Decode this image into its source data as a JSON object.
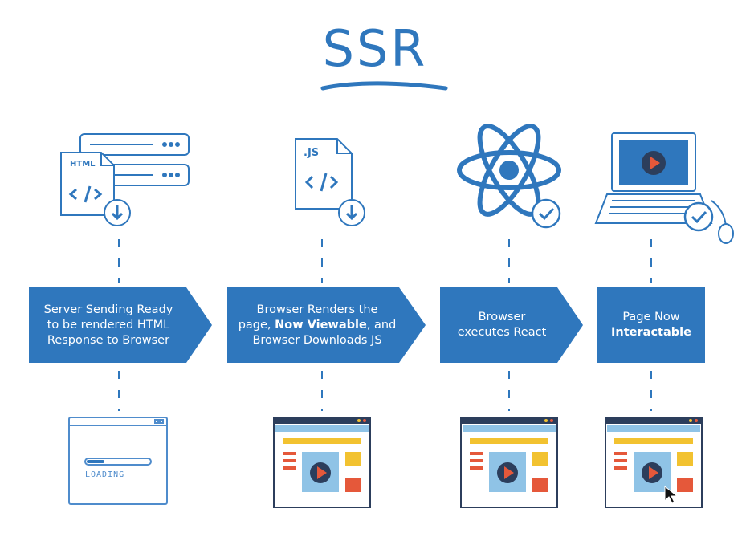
{
  "title": "SSR",
  "colors": {
    "primary_blue": "#2f77bd",
    "light_blue": "#8fc3e6",
    "yellow": "#f2c230",
    "orange_red": "#e5583a",
    "dark_navy": "#2c3e5c"
  },
  "steps": [
    {
      "icon": "html-file-download-icon",
      "icon_text": "HTML",
      "line1": "Server Sending Ready",
      "line2": "to be rendered HTML",
      "line3": "Response to Browser",
      "state_screen": "loading-window",
      "state_text": "LOADING"
    },
    {
      "icon": "js-file-download-icon",
      "icon_text": ".JS",
      "line1": "Browser Renders the",
      "line2_prefix": "page, ",
      "line2_bold": "Now Viewable",
      "line2_suffix": ", and",
      "line3": "Browser Downloads JS",
      "state_screen": "rendered-page-window"
    },
    {
      "icon": "react-check-icon",
      "line1": "Browser",
      "line2": "executes React",
      "state_screen": "rendered-page-window"
    },
    {
      "icon": "laptop-check-icon",
      "line1": "Page Now",
      "line2_bold": "Interactable",
      "state_screen": "rendered-page-window-with-cursor"
    }
  ]
}
